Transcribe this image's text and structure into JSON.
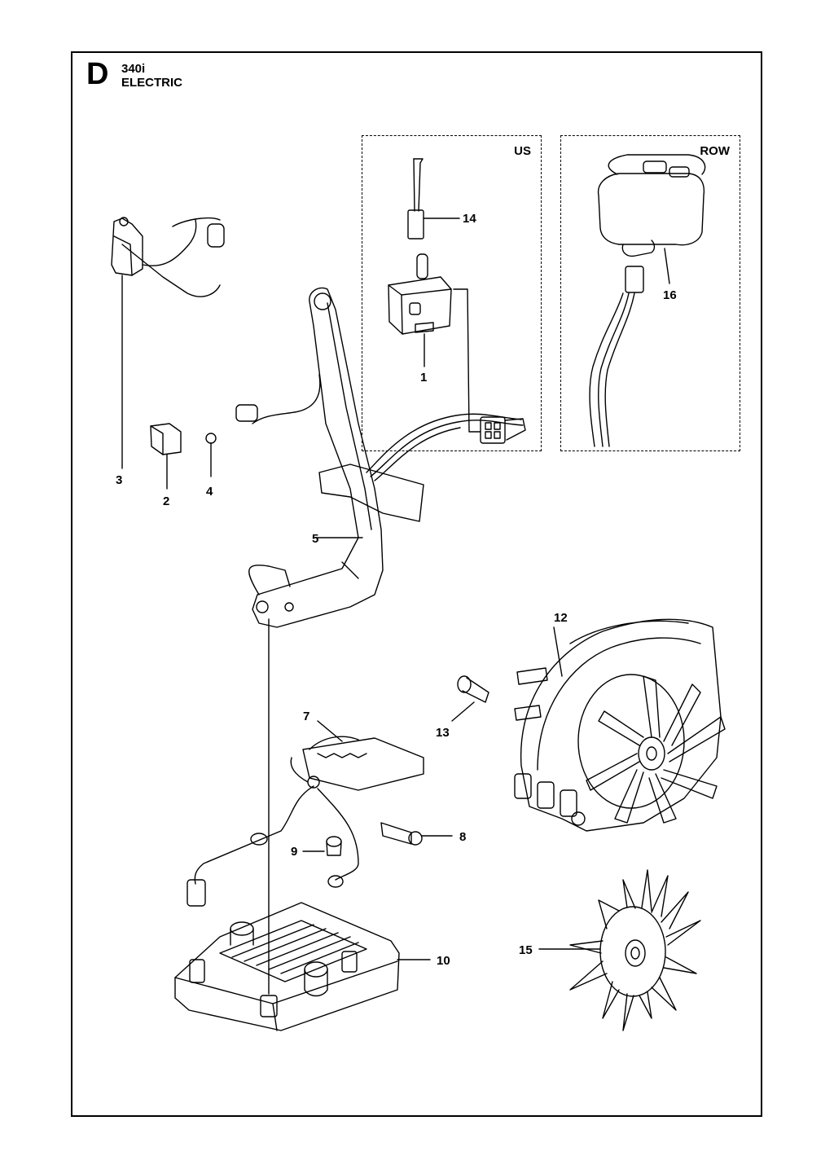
{
  "header": {
    "section": "D",
    "model": "340i",
    "group": "ELECTRIC"
  },
  "insets": {
    "us": "US",
    "row": "ROW"
  },
  "parts": [
    {
      "n": "1"
    },
    {
      "n": "2"
    },
    {
      "n": "3"
    },
    {
      "n": "4"
    },
    {
      "n": "5"
    },
    {
      "n": "7"
    },
    {
      "n": "8"
    },
    {
      "n": "9"
    },
    {
      "n": "10"
    },
    {
      "n": "12"
    },
    {
      "n": "13"
    },
    {
      "n": "14"
    },
    {
      "n": "15"
    },
    {
      "n": "16"
    }
  ],
  "colors": {
    "line": "#000000",
    "background": "#ffffff"
  }
}
